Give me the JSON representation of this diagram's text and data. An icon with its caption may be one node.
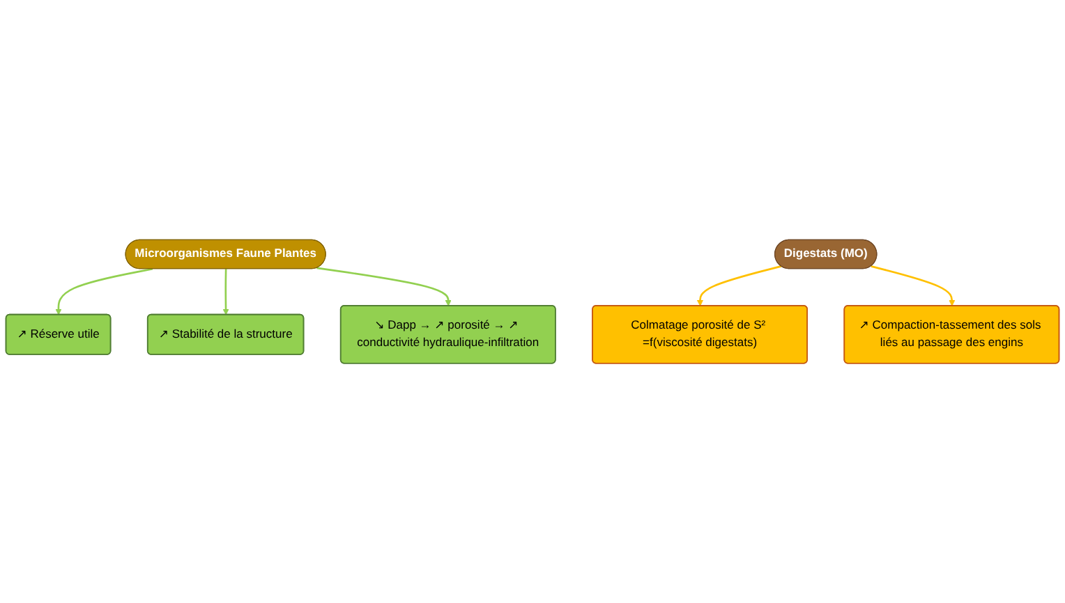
{
  "diagram": {
    "nodes": [
      {
        "text": [
          "↗ Stabilité de la structure"
        ]
      },
      {
        "text": [
          "↗ Réserve utile"
        ]
      },
      {
        "text": [
          "Microorganismes Faune Plantes"
        ]
      },
      {
        "text": [
          "↘ Dapp → ↗ porosité → ↗ conductivité hydraulique-infiltration"
        ]
      },
      {
        "text": [
          "Digestats (MO)"
        ]
      },
      {
        "text": [
          "Colmatage porosité de S² =f(viscosité digestats)"
        ]
      },
      {
        "text": [
          "↗ Compaction-tassement des sols liés au passage des engins"
        ]
      }
    ],
    "edges": [
      {
        "from": 2,
        "to": 1,
        "arrow": "to"
      },
      {
        "from": 2,
        "to": 0,
        "arrow": "to"
      },
      {
        "from": 2,
        "to": 3,
        "arrow": "to"
      },
      {
        "from": 4,
        "to": 5,
        "arrow": "to",
        "color": "#ffc000"
      },
      {
        "from": 4,
        "to": 6,
        "arrow": "to",
        "color": "#ffc000"
      }
    ]
  }
}
